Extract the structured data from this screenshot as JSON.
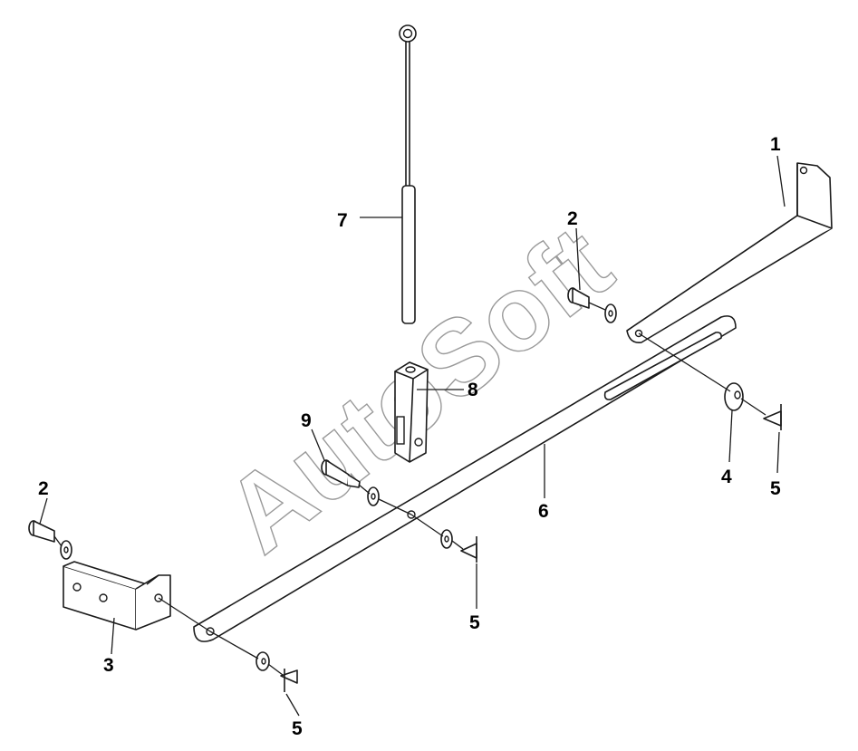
{
  "watermark": "AutoSoft",
  "callouts": {
    "p1": "1",
    "p2a": "2",
    "p2b": "2",
    "p3": "3",
    "p4": "4",
    "p5a": "5",
    "p5b": "5",
    "p5c": "5",
    "p6": "6",
    "p7": "7",
    "p8": "8",
    "p9": "9"
  }
}
